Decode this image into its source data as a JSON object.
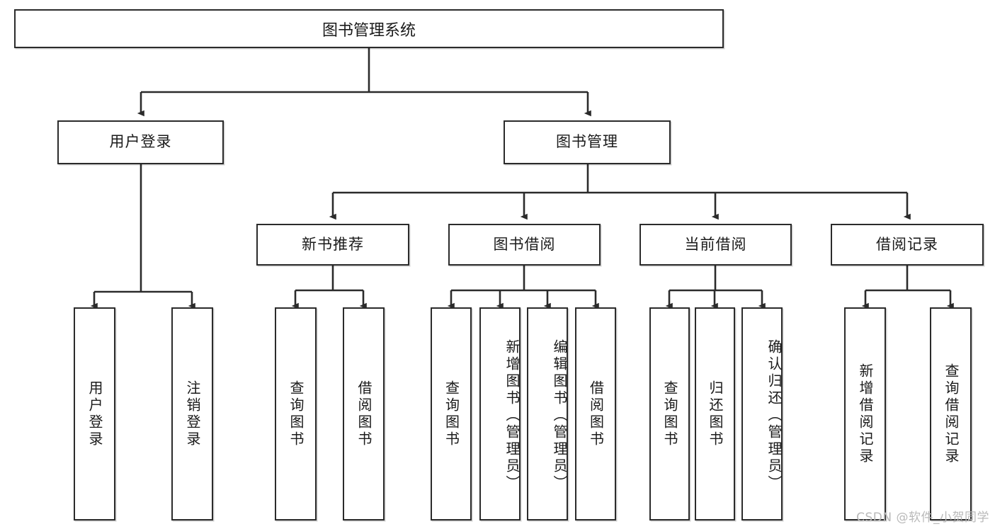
{
  "diagram": {
    "title": "图书管理系统",
    "type": "tree-hierarchy",
    "root": {
      "id": "root",
      "label": "图书管理系统"
    },
    "level2": [
      {
        "id": "user-login",
        "label": "用户登录"
      },
      {
        "id": "book-manage",
        "label": "图书管理"
      }
    ],
    "level3": [
      {
        "id": "new-book-rec",
        "label": "新书推荐"
      },
      {
        "id": "book-borrow",
        "label": "图书借阅"
      },
      {
        "id": "current-borrow",
        "label": "当前借阅"
      },
      {
        "id": "borrow-record",
        "label": "借阅记录"
      }
    ],
    "leaves": {
      "user_login": [
        {
          "id": "leaf-user-login",
          "label": "用户登录"
        },
        {
          "id": "leaf-logout",
          "label": "注销登录"
        }
      ],
      "new_book_rec": [
        {
          "id": "leaf-query-book-1",
          "label": "查询图书"
        },
        {
          "id": "leaf-borrow-book-1",
          "label": "借阅图书"
        }
      ],
      "book_borrow": [
        {
          "id": "leaf-query-book-2",
          "label": "查询图书"
        },
        {
          "id": "leaf-add-book",
          "label": "新增图书（管理员）"
        },
        {
          "id": "leaf-edit-book",
          "label": "编辑图书（管理员）"
        },
        {
          "id": "leaf-borrow-book-2",
          "label": "借阅图书"
        }
      ],
      "current_borrow": [
        {
          "id": "leaf-query-book-3",
          "label": "查询图书"
        },
        {
          "id": "leaf-return-book",
          "label": "归还图书"
        },
        {
          "id": "leaf-confirm-return",
          "label": "确认归还（管理员）"
        }
      ],
      "borrow_record": [
        {
          "id": "leaf-add-record",
          "label": "新增借阅记录"
        },
        {
          "id": "leaf-query-record",
          "label": "查询借阅记录"
        }
      ]
    }
  },
  "watermark": "CSDN @软件_小贺同学",
  "colors": {
    "stroke": "#2b2b2b",
    "fill": "#ffffff",
    "text": "#1a1a1a",
    "watermark": "#b9b9b9"
  }
}
